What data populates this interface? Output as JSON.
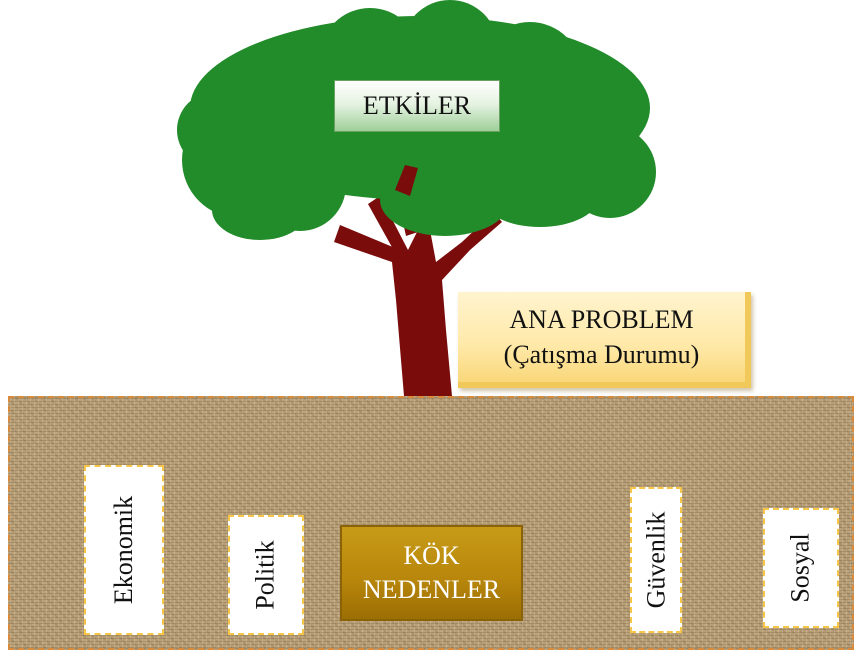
{
  "effects_label": "ETKİLER",
  "problem": {
    "line1": "ANA PROBLEM",
    "line2": "(Çatışma Durumu)"
  },
  "root_causes": {
    "line1": "KÖK",
    "line2": "NEDENLER"
  },
  "factors": [
    "Ekonomik",
    "Politik",
    "Güvenlik",
    "Sosyal"
  ],
  "colors": {
    "foliage": "#228b2a",
    "trunk": "#7a0c0c",
    "ground": "#b89f77",
    "root_box": "#b9870b",
    "problem_box": "#ffe9a8"
  }
}
